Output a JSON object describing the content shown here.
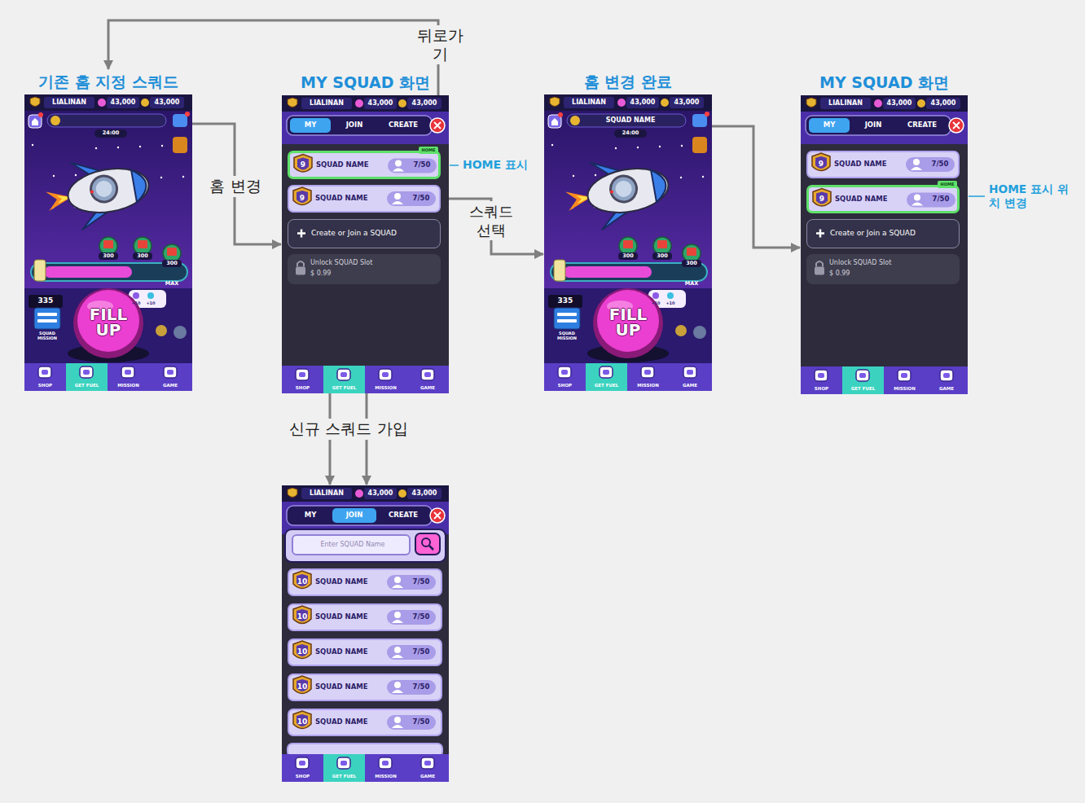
{
  "diagram": {
    "nodes": [
      {
        "text": [
          "기존 홈 지정 스쿼드",
          "LIALINAN",
          "43,000",
          "43,000",
          "24:00",
          "300",
          "300",
          "300",
          "MAX",
          "335",
          "+10",
          "+10",
          "SQUAD MISSION",
          "SHOP",
          "GET FUEL",
          "MISSION",
          "GAME"
        ]
      },
      {
        "text": [
          "FILL UP"
        ],
        "in": 0
      },
      {
        "text": [
          "MY SQUAD 화면",
          "LIALINAN",
          "43,000",
          "43,000",
          "SHOP",
          "GET FUEL",
          "MISSION",
          "GAME"
        ]
      },
      {
        "text": [
          "MY"
        ],
        "in": 2
      },
      {
        "text": [
          "JOIN"
        ],
        "in": 2
      },
      {
        "text": [
          "CREATE"
        ],
        "in": 2
      },
      {
        "text": [
          "9",
          "SQUAD NAME",
          "7/50",
          "HOME"
        ],
        "in": 2
      },
      {
        "text": [
          "9",
          "SQUAD NAME",
          "7/50"
        ],
        "in": 2
      },
      {
        "text": [
          "Create or Join a SQUAD"
        ],
        "in": 2
      },
      {
        "text": [
          "Unlock SQUAD Slot",
          "$ 0.99"
        ],
        "in": 2
      },
      {
        "text": [
          "홈 변경 완료",
          "LIALINAN",
          "43,000",
          "43,000",
          "SQUAD NAME",
          "24:00",
          "300",
          "300",
          "300",
          "MAX",
          "335",
          "+10",
          "+10",
          "SQUAD MISSION",
          "SHOP",
          "GET FUEL",
          "MISSION",
          "GAME"
        ]
      },
      {
        "text": [
          "FILL UP"
        ],
        "in": 10
      },
      {
        "text": [
          "MY SQUAD 화면",
          "LIALINAN",
          "43,000",
          "43,000",
          "SHOP",
          "GET FUEL",
          "MISSION",
          "GAME"
        ]
      },
      {
        "text": [
          "MY"
        ],
        "in": 12
      },
      {
        "text": [
          "JOIN"
        ],
        "in": 12
      },
      {
        "text": [
          "CREATE"
        ],
        "in": 12
      },
      {
        "text": [
          "9",
          "SQUAD NAME",
          "7/50"
        ],
        "in": 12
      },
      {
        "text": [
          "9",
          "SQUAD NAME",
          "7/50",
          "HOME"
        ],
        "in": 12
      },
      {
        "text": [
          "Create or Join a SQUAD"
        ],
        "in": 12
      },
      {
        "text": [
          "Unlock SQUAD Slot",
          "$ 0.99"
        ],
        "in": 12
      },
      {
        "text": [
          "LIALINAN",
          "43,000",
          "43,000",
          "SHOP",
          "GET FUEL",
          "MISSION",
          "GAME"
        ]
      },
      {
        "text": [
          "MY"
        ],
        "in": 20
      },
      {
        "text": [
          "JOIN"
        ],
        "in": 20
      },
      {
        "text": [
          "CREATE"
        ],
        "in": 20
      },
      {
        "text": [
          "Enter SQUAD Name"
        ],
        "in": 20
      },
      {
        "text": [
          "10",
          "SQUAD NAME",
          "7/50"
        ],
        "in": 20
      },
      {
        "text": [
          "10",
          "SQUAD NAME",
          "7/50"
        ],
        "in": 20
      },
      {
        "text": [
          "10",
          "SQUAD NAME",
          "7/50"
        ],
        "in": 20
      },
      {
        "text": [
          "10",
          "SQUAD NAME",
          "7/50"
        ],
        "in": 20
      },
      {
        "text": [
          "10",
          "SQUAD NAME",
          "7/50"
        ],
        "in": 20
      }
    ],
    "edges": [
      {
        "from": 0,
        "to": 2,
        "arrow": "to",
        "label": "홈 변경"
      },
      {
        "from": 2,
        "to": 0,
        "arrow": "to",
        "label": "뒤로가기"
      },
      {
        "from": 7,
        "to": 10,
        "arrow": "to",
        "label": "스쿼드 선택"
      },
      {
        "from": 10,
        "to": 12,
        "arrow": "to"
      },
      {
        "from": 8,
        "to": 20,
        "arrow": "to",
        "label": "신규 스쿼드 가입"
      },
      {
        "from": 4,
        "to": 20,
        "arrow": "to"
      }
    ],
    "labels": [
      "HOME 표시",
      "HOME 표시 위치 변경"
    ]
  }
}
